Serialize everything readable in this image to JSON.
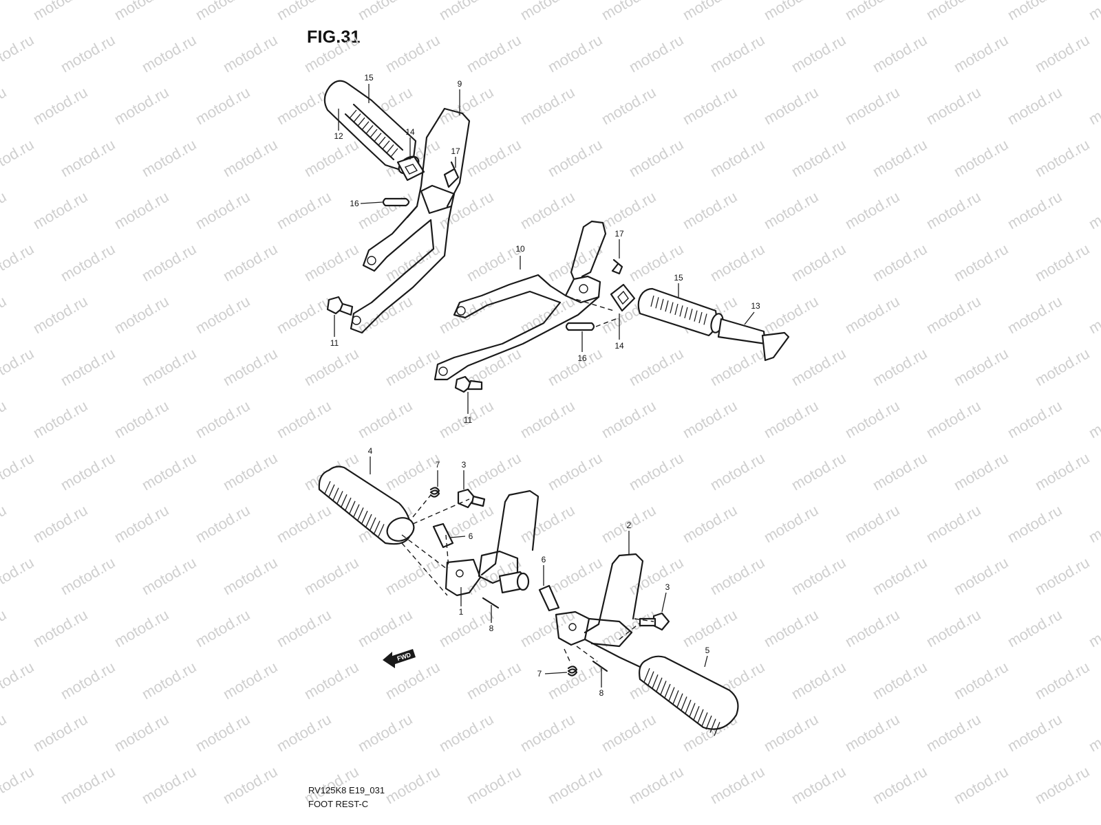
{
  "figure": {
    "title": "FIG.31",
    "drawing_code": "RV125K8 E19_031",
    "drawing_name": "FOOT REST-C",
    "watermark": "motod.ru",
    "fwd_label": "FWD"
  },
  "callouts": {
    "c15a": "15",
    "c9": "9",
    "c12": "12",
    "c14a": "14",
    "c17a": "17",
    "c16a": "16",
    "c11a": "11",
    "c10": "10",
    "c17b": "17",
    "c15b": "15",
    "c13": "13",
    "c14b": "14",
    "c16b": "16",
    "c11b": "11",
    "c4": "4",
    "c7a": "7",
    "c3a": "3",
    "c6a": "6",
    "c1": "1",
    "c8a": "8",
    "c2": "2",
    "c6b": "6",
    "c3b": "3",
    "c5": "5",
    "c7b": "7",
    "c8b": "8"
  }
}
